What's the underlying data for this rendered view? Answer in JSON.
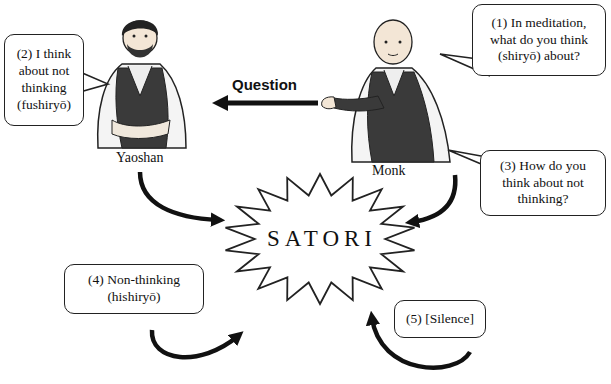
{
  "diagram": {
    "nodes": [
      {
        "text": [
          "(1) In meditation, what do you think (shiryō) about?"
        ]
      },
      {
        "text": [
          "(2) I think about not thinking (fushiryō)"
        ]
      },
      {
        "text": [
          "(3) How do you think about not thinking?"
        ]
      },
      {
        "text": [
          "SATORI"
        ]
      },
      {
        "text": [
          "(4) Non-thinking (hishiryō)"
        ]
      },
      {
        "text": [
          "(5) [Silence]"
        ]
      }
    ],
    "labels": [
      "Yaoshan",
      "Monk",
      "Question"
    ]
  }
}
